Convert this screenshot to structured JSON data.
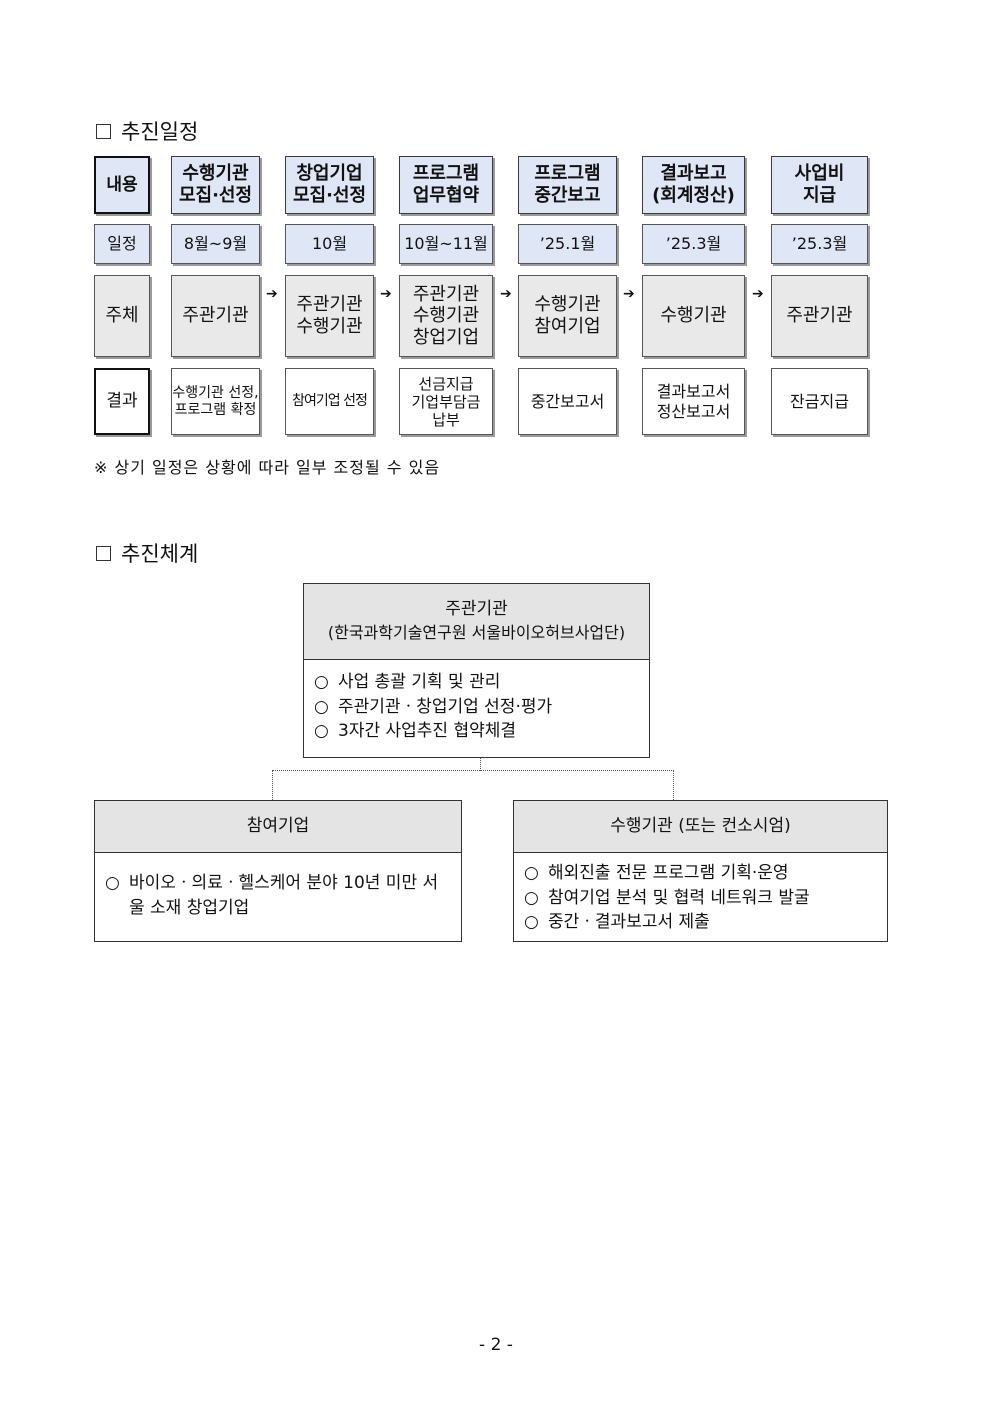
{
  "schedule": {
    "title": "추진일정",
    "row_labels": [
      "내용",
      "일정",
      "주체",
      "결과"
    ],
    "headers": [
      "수행기관\n모집·선정",
      "창업기업\n모집·선정",
      "프로그램\n업무협약",
      "프로그램\n중간보고",
      "결과보고\n(회계정산)",
      "사업비\n지급"
    ],
    "dates": [
      "8월~9월",
      "10월",
      "10월~11월",
      "’25.1월",
      "’25.3월",
      "’25.3월"
    ],
    "actors": [
      "주관기관",
      "주관기관\n수행기관",
      "주관기관\n수행기관\n창업기업",
      "수행기관\n참여기업",
      "수행기관",
      "주관기관"
    ],
    "results": [
      "수행기관 선정,\n프로그램 확정",
      "참여기업 선정",
      "선금지급\n기업부담금\n납부",
      "중간보고서",
      "결과보고서\n정산보고서",
      "잔금지급"
    ],
    "arrow": "➔",
    "note": "※ 상기 일정은 상황에 따라 일부 조정될 수 있음"
  },
  "structure": {
    "title": "추진체계",
    "bullet": "○",
    "lead": {
      "name": "주관기관",
      "sub": "(한국과학기술연구원 서울바이오허브사업단)",
      "items": [
        "사업 총괄 기획 및 관리",
        "주관기관ㆍ창업기업 선정·평가",
        "3자간 사업추진 협약체결"
      ]
    },
    "participant": {
      "name": "참여기업",
      "items": [
        "바이오ㆍ의료ㆍ헬스케어 분야 10년 미만 서울 소재 창업기업"
      ]
    },
    "executor": {
      "name": "수행기관 (또는 컨소시엄)",
      "items": [
        "해외진출 전문 프로그램 기획·운영",
        "참여기업 분석 및 협력 네트워크 발굴",
        "중간ㆍ결과보고서 제출"
      ]
    }
  },
  "page_number": "- 2 -"
}
